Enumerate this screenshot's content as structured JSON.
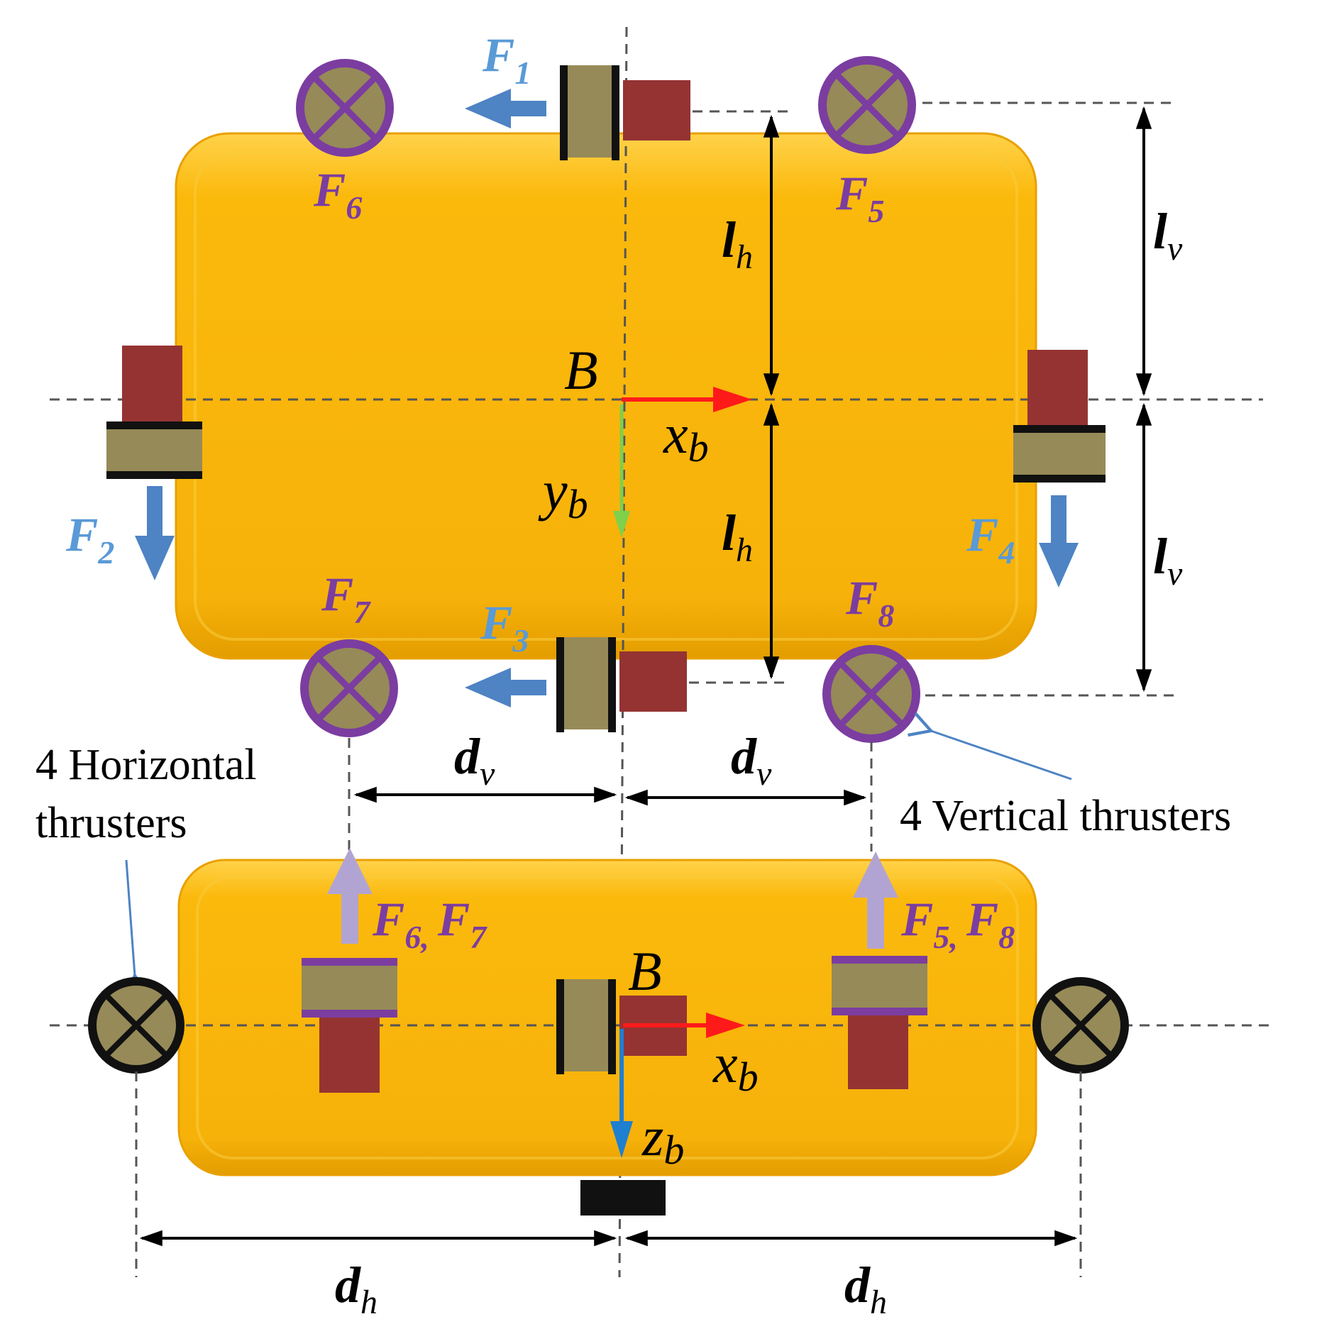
{
  "colors": {
    "body": "#fbb90c",
    "body_edge": "#e9a000",
    "thruster_body": "#968a58",
    "thruster_motor": "#953333",
    "vertical_ring": "#7b3da0",
    "force_blue": "#4e83c4",
    "force_lilac": "#b2a4d2",
    "axis_x": "#ff1a1a",
    "axis_y": "#7fd04a",
    "axis_z": "#1f7fd0",
    "annotation_arrow": "#4e83c4"
  },
  "top_view": {
    "origin_label": "B",
    "x_axis": {
      "base": "x",
      "sub": "b"
    },
    "y_axis": {
      "base": "y",
      "sub": "b"
    },
    "forces": {
      "f1": {
        "base": "F",
        "sub": "1"
      },
      "f2": {
        "base": "F",
        "sub": "2"
      },
      "f3": {
        "base": "F",
        "sub": "3"
      },
      "f4": {
        "base": "F",
        "sub": "4"
      },
      "f5": {
        "base": "F",
        "sub": "5"
      },
      "f6": {
        "base": "F",
        "sub": "6"
      },
      "f7": {
        "base": "F",
        "sub": "7"
      },
      "f8": {
        "base": "F",
        "sub": "8"
      }
    },
    "dimensions": {
      "lh_top": {
        "base": "l",
        "sub": "h"
      },
      "lh_bottom": {
        "base": "l",
        "sub": "h"
      },
      "lv_top": {
        "base": "l",
        "sub": "v"
      },
      "lv_bottom": {
        "base": "l",
        "sub": "v"
      },
      "dv_left": {
        "base": "d",
        "sub": "v"
      },
      "dv_right": {
        "base": "d",
        "sub": "v"
      }
    }
  },
  "side_view": {
    "origin_label": "B",
    "x_axis": {
      "base": "x",
      "sub": "b"
    },
    "z_axis": {
      "base": "z",
      "sub": "b"
    },
    "forces_left": {
      "a": "F",
      "a_sub": "6",
      "sep": ",",
      "b": "F",
      "b_sub": "7"
    },
    "forces_right": {
      "a": "F",
      "a_sub": "5",
      "sep": ",",
      "b": "F",
      "b_sub": "8"
    },
    "dimensions": {
      "dh_left": {
        "base": "d",
        "sub": "h"
      },
      "dh_right": {
        "base": "d",
        "sub": "h"
      }
    }
  },
  "annotations": {
    "horizontal_line1": "4 Horizontal",
    "horizontal_line2": "thrusters",
    "vertical": "4 Vertical thrusters"
  }
}
